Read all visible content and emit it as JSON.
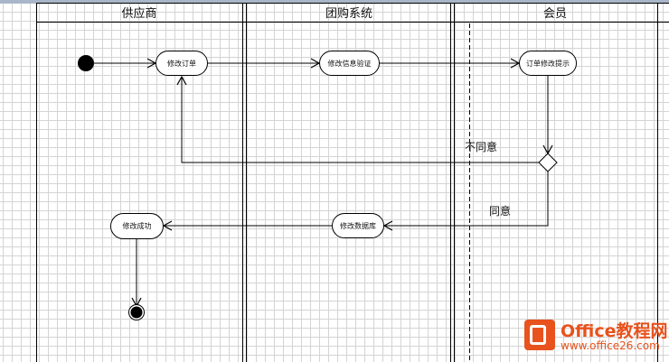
{
  "lanes": [
    {
      "id": "supplier",
      "title": "供应商"
    },
    {
      "id": "groupbuy",
      "title": "团购系统"
    },
    {
      "id": "member",
      "title": "会员"
    }
  ],
  "nodes": {
    "modify_order": "修改订单",
    "modify_info_verify": "修改信息验证",
    "order_modify_notice": "订单修改提示",
    "modify_database": "修改数据库",
    "modify_success": "修改成功"
  },
  "guards": {
    "disagree": "不同意",
    "agree": "同意"
  },
  "watermark": {
    "title": "Office教程网",
    "url": "www.office26.com"
  },
  "colors": {
    "stroke": "#000000",
    "grid": "#d4d4d4",
    "watermark": "#e8521d"
  }
}
